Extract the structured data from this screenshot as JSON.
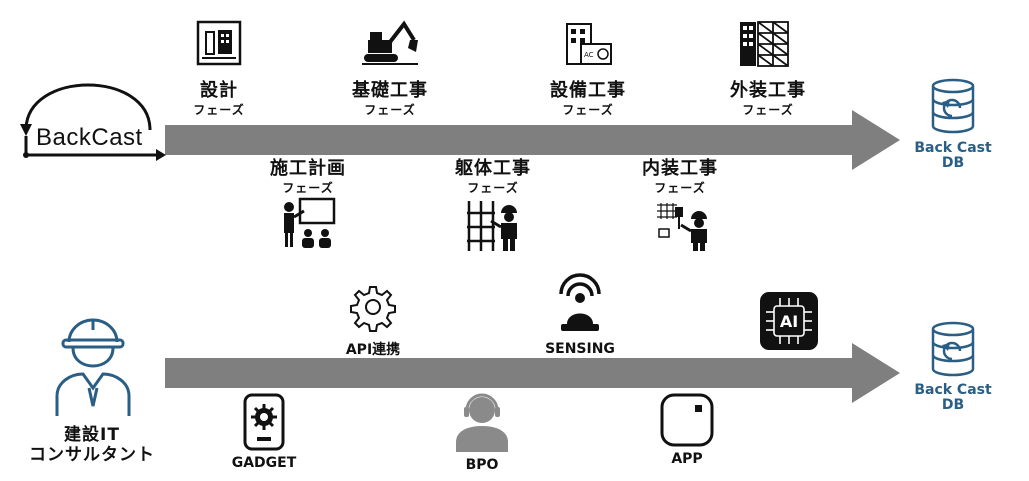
{
  "top_flow": {
    "logo": "BackCast",
    "phases_above": [
      {
        "title": "設計",
        "sub": "フェーズ",
        "icon": "blueprint-icon"
      },
      {
        "title": "基礎工事",
        "sub": "フェーズ",
        "icon": "excavator-icon"
      },
      {
        "title": "設備工事",
        "sub": "フェーズ",
        "icon": "ac-unit-icon"
      },
      {
        "title": "外装工事",
        "sub": "フェーズ",
        "icon": "scaffold-building-icon"
      }
    ],
    "phases_below": [
      {
        "title": "施工計画",
        "sub": "フェーズ",
        "icon": "presentation-icon"
      },
      {
        "title": "躯体工事",
        "sub": "フェーズ",
        "icon": "frame-worker-icon"
      },
      {
        "title": "内装工事",
        "sub": "フェーズ",
        "icon": "interior-worker-icon"
      }
    ],
    "db_label_line1": "Back Cast",
    "db_label_line2": "DB"
  },
  "bottom_flow": {
    "person_line1": "建設IT",
    "person_line2": "コンサルタント",
    "tech_above": [
      {
        "label": "API連携",
        "icon": "gear-icon"
      },
      {
        "label": "SENSING",
        "icon": "sensor-icon"
      },
      {
        "label": "",
        "icon": "ai-chip-icon"
      }
    ],
    "tech_below": [
      {
        "label": "GADGET",
        "icon": "tablet-gear-icon"
      },
      {
        "label": "BPO",
        "icon": "headset-operator-icon"
      },
      {
        "label": "APP",
        "icon": "app-icon"
      }
    ],
    "db_label_line1": "Back Cast",
    "db_label_line2": "DB"
  }
}
